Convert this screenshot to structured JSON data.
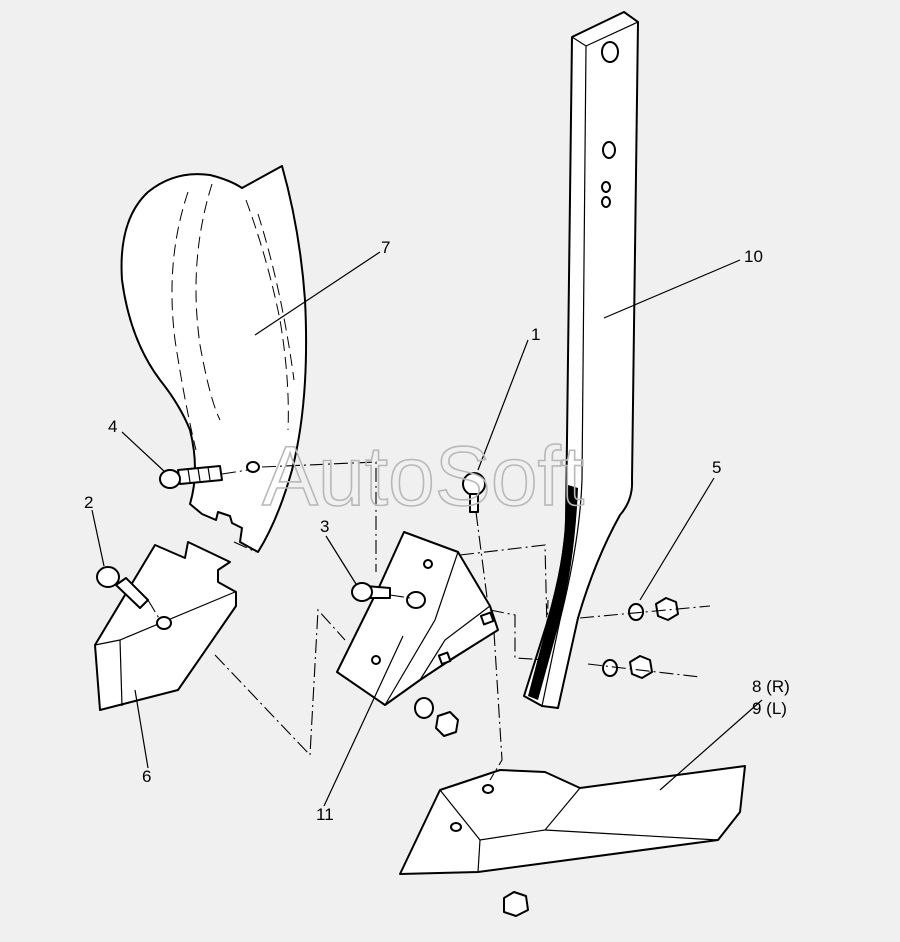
{
  "watermark": "AutoSoft",
  "callouts": {
    "c1": "1",
    "c2": "2",
    "c3": "3",
    "c4": "4",
    "c5": "5",
    "c6": "6",
    "c7": "7",
    "c8": "8 (R)",
    "c9": "9 (L)",
    "c10": "10",
    "c11": "11"
  }
}
